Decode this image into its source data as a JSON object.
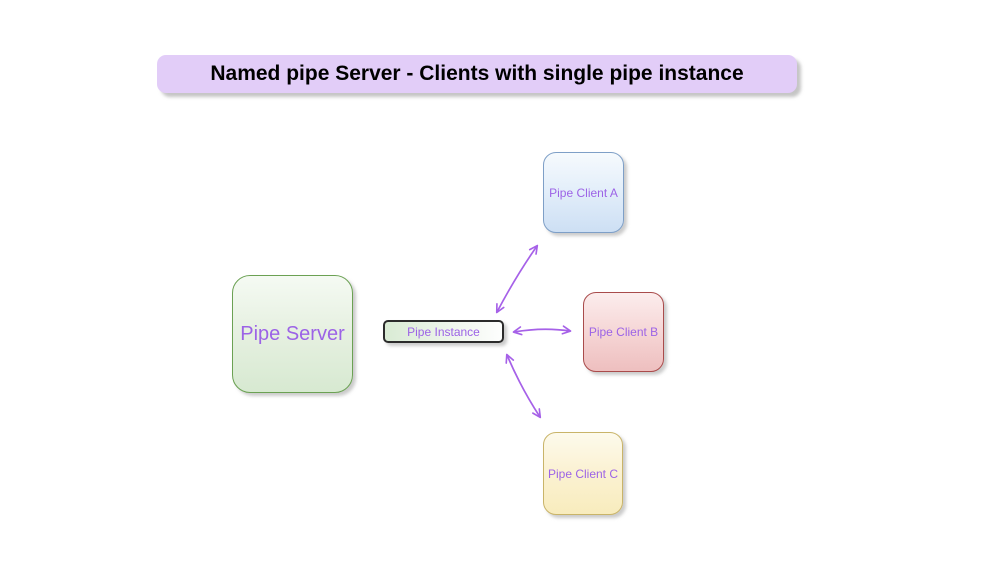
{
  "title": {
    "text": "Named pipe Server - Clients with single pipe instance",
    "background_color": "#e2cdf8",
    "text_color": "#000000"
  },
  "nodes": {
    "server": {
      "label": "Pipe Server",
      "border_color": "#6ba153",
      "fill_top": "#f5faf3",
      "fill_bottom": "#d7e9d1",
      "text_color": "#9c63e6"
    },
    "instance": {
      "label": "Pipe Instance",
      "border_color": "#2b2b2b",
      "fill_left": "#d9ebd4",
      "fill_right": "#fdfefd",
      "text_color": "#9c63e6"
    },
    "client_a": {
      "label": "Pipe Client A",
      "border_color": "#7e9fc7",
      "fill_top": "#f6fafd",
      "fill_bottom": "#cddff4",
      "text_color": "#9c63e6"
    },
    "client_b": {
      "label": "Pipe Client B",
      "border_color": "#a94b4b",
      "fill_top": "#fceded",
      "fill_bottom": "#eebfbf",
      "text_color": "#9c63e6"
    },
    "client_c": {
      "label": "Pipe Client C",
      "border_color": "#c9b469",
      "fill_top": "#fdfaec",
      "fill_bottom": "#f8ecbd",
      "text_color": "#9c63e6"
    }
  },
  "edges": [
    {
      "from": "pipe-instance",
      "to": "pipe-client-a",
      "type": "bidirectional-arrow",
      "color": "#a661e8"
    },
    {
      "from": "pipe-instance",
      "to": "pipe-client-b",
      "type": "bidirectional-arrow",
      "color": "#a661e8"
    },
    {
      "from": "pipe-instance",
      "to": "pipe-client-c",
      "type": "bidirectional-arrow",
      "color": "#a661e8"
    }
  ]
}
